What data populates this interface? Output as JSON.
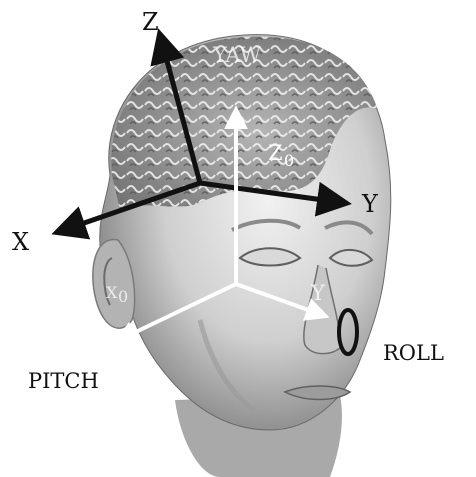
{
  "labels": {
    "z": "Z",
    "x": "X",
    "y": "Y",
    "z0": "Z",
    "z0_sub": "0",
    "y0": "Y",
    "x0": "X",
    "x0_sub": "0",
    "yaw": "YAW",
    "roll": "ROLL",
    "pitch": "PITCH"
  },
  "colors": {
    "axis_black": "#111111",
    "axis_white": "#ffffff",
    "head_light": "#e6e6e6",
    "head_mid": "#b8b8b8",
    "head_dark": "#7a7a7a",
    "hair": "#8e8e8e"
  }
}
